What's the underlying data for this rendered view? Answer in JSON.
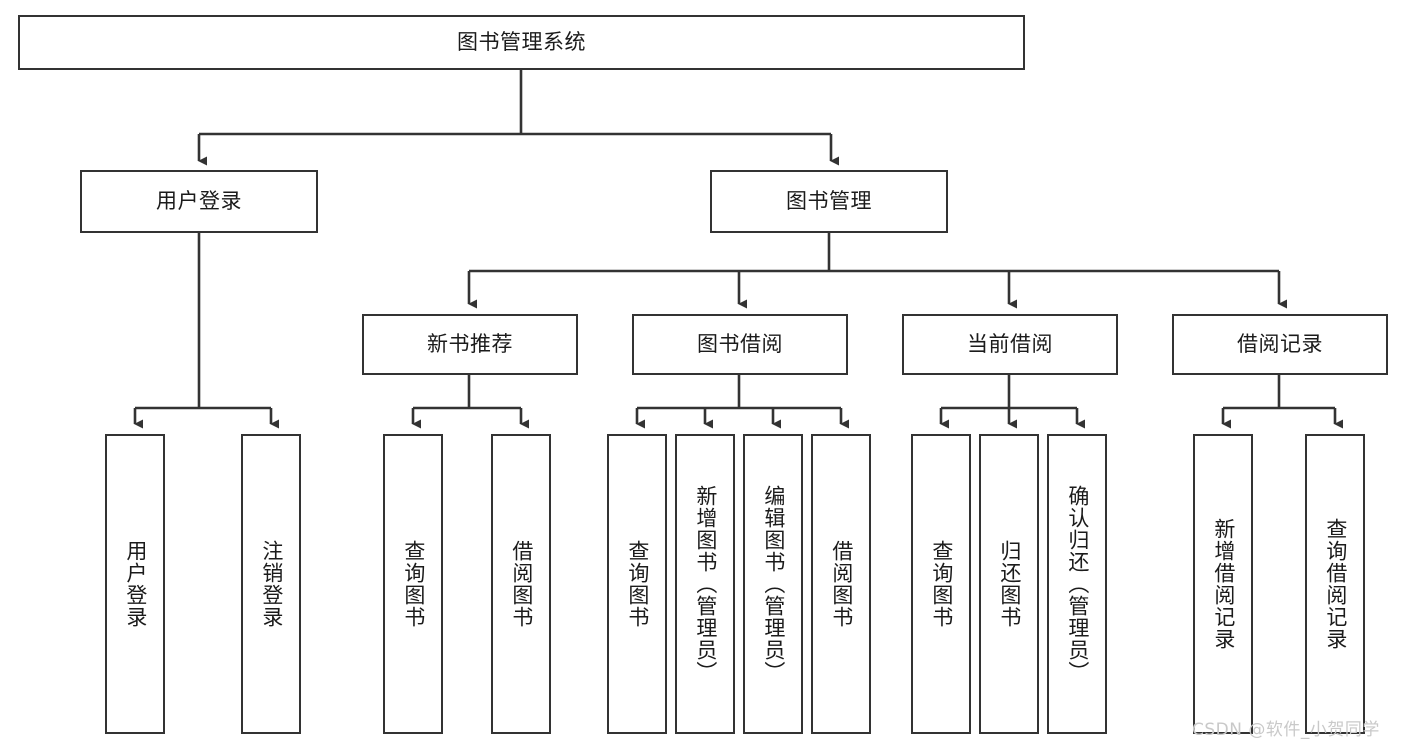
{
  "diagram": {
    "title": "图书管理系统",
    "type": "tree",
    "watermark": "CSDN @软件_小贺同学",
    "colors": {
      "box_border": "#333333",
      "box_fill": "#ffffff",
      "edge": "#333333",
      "text": "#1b1b1b",
      "watermark": "#c9c9c9",
      "background": "#ffffff"
    },
    "root": {
      "label": "图书管理系统"
    },
    "level2": [
      {
        "label": "用户登录"
      },
      {
        "label": "图书管理"
      }
    ],
    "level3": [
      {
        "label": "新书推荐"
      },
      {
        "label": "图书借阅"
      },
      {
        "label": "当前借阅"
      },
      {
        "label": "借阅记录"
      }
    ],
    "leaves": {
      "user_login": [
        {
          "label": "用户登录"
        },
        {
          "label": "注销登录"
        }
      ],
      "new_book": [
        {
          "label": "查询图书"
        },
        {
          "label": "借阅图书"
        }
      ],
      "book_borrow": [
        {
          "label": "查询图书"
        },
        {
          "label": "新增图书（管理员）"
        },
        {
          "label": "编辑图书（管理员）"
        },
        {
          "label": "借阅图书"
        }
      ],
      "current_borrow": [
        {
          "label": "查询图书"
        },
        {
          "label": "归还图书"
        },
        {
          "label": "确认归还（管理员）"
        }
      ],
      "borrow_record": [
        {
          "label": "新增借阅记录"
        },
        {
          "label": "查询借阅记录"
        }
      ]
    }
  }
}
